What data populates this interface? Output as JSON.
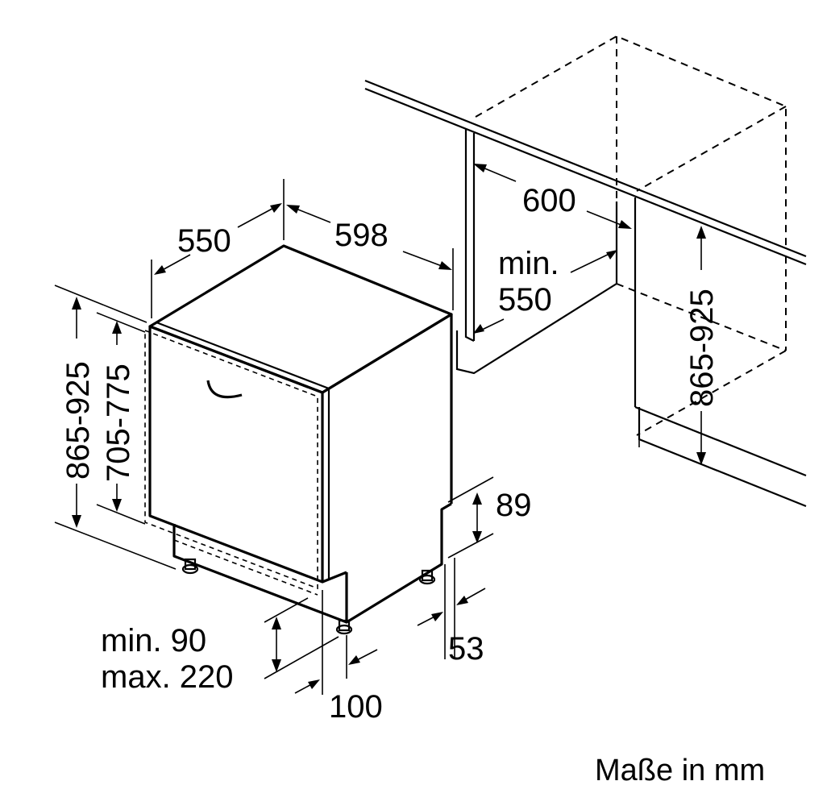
{
  "labels": {
    "width_depth": "550",
    "width_front": "598",
    "niche_width": "600",
    "niche_depth_line1": "min.",
    "niche_depth_line2": "550",
    "niche_height": "865-925",
    "appliance_height": "865-925",
    "door_height": "705-775",
    "plinth_height": "89",
    "plinth_recess": "53",
    "foot_height_line1": "min. 90",
    "foot_height_line2": "max. 220",
    "door_setback": "100"
  },
  "units_note": "Maße in mm"
}
